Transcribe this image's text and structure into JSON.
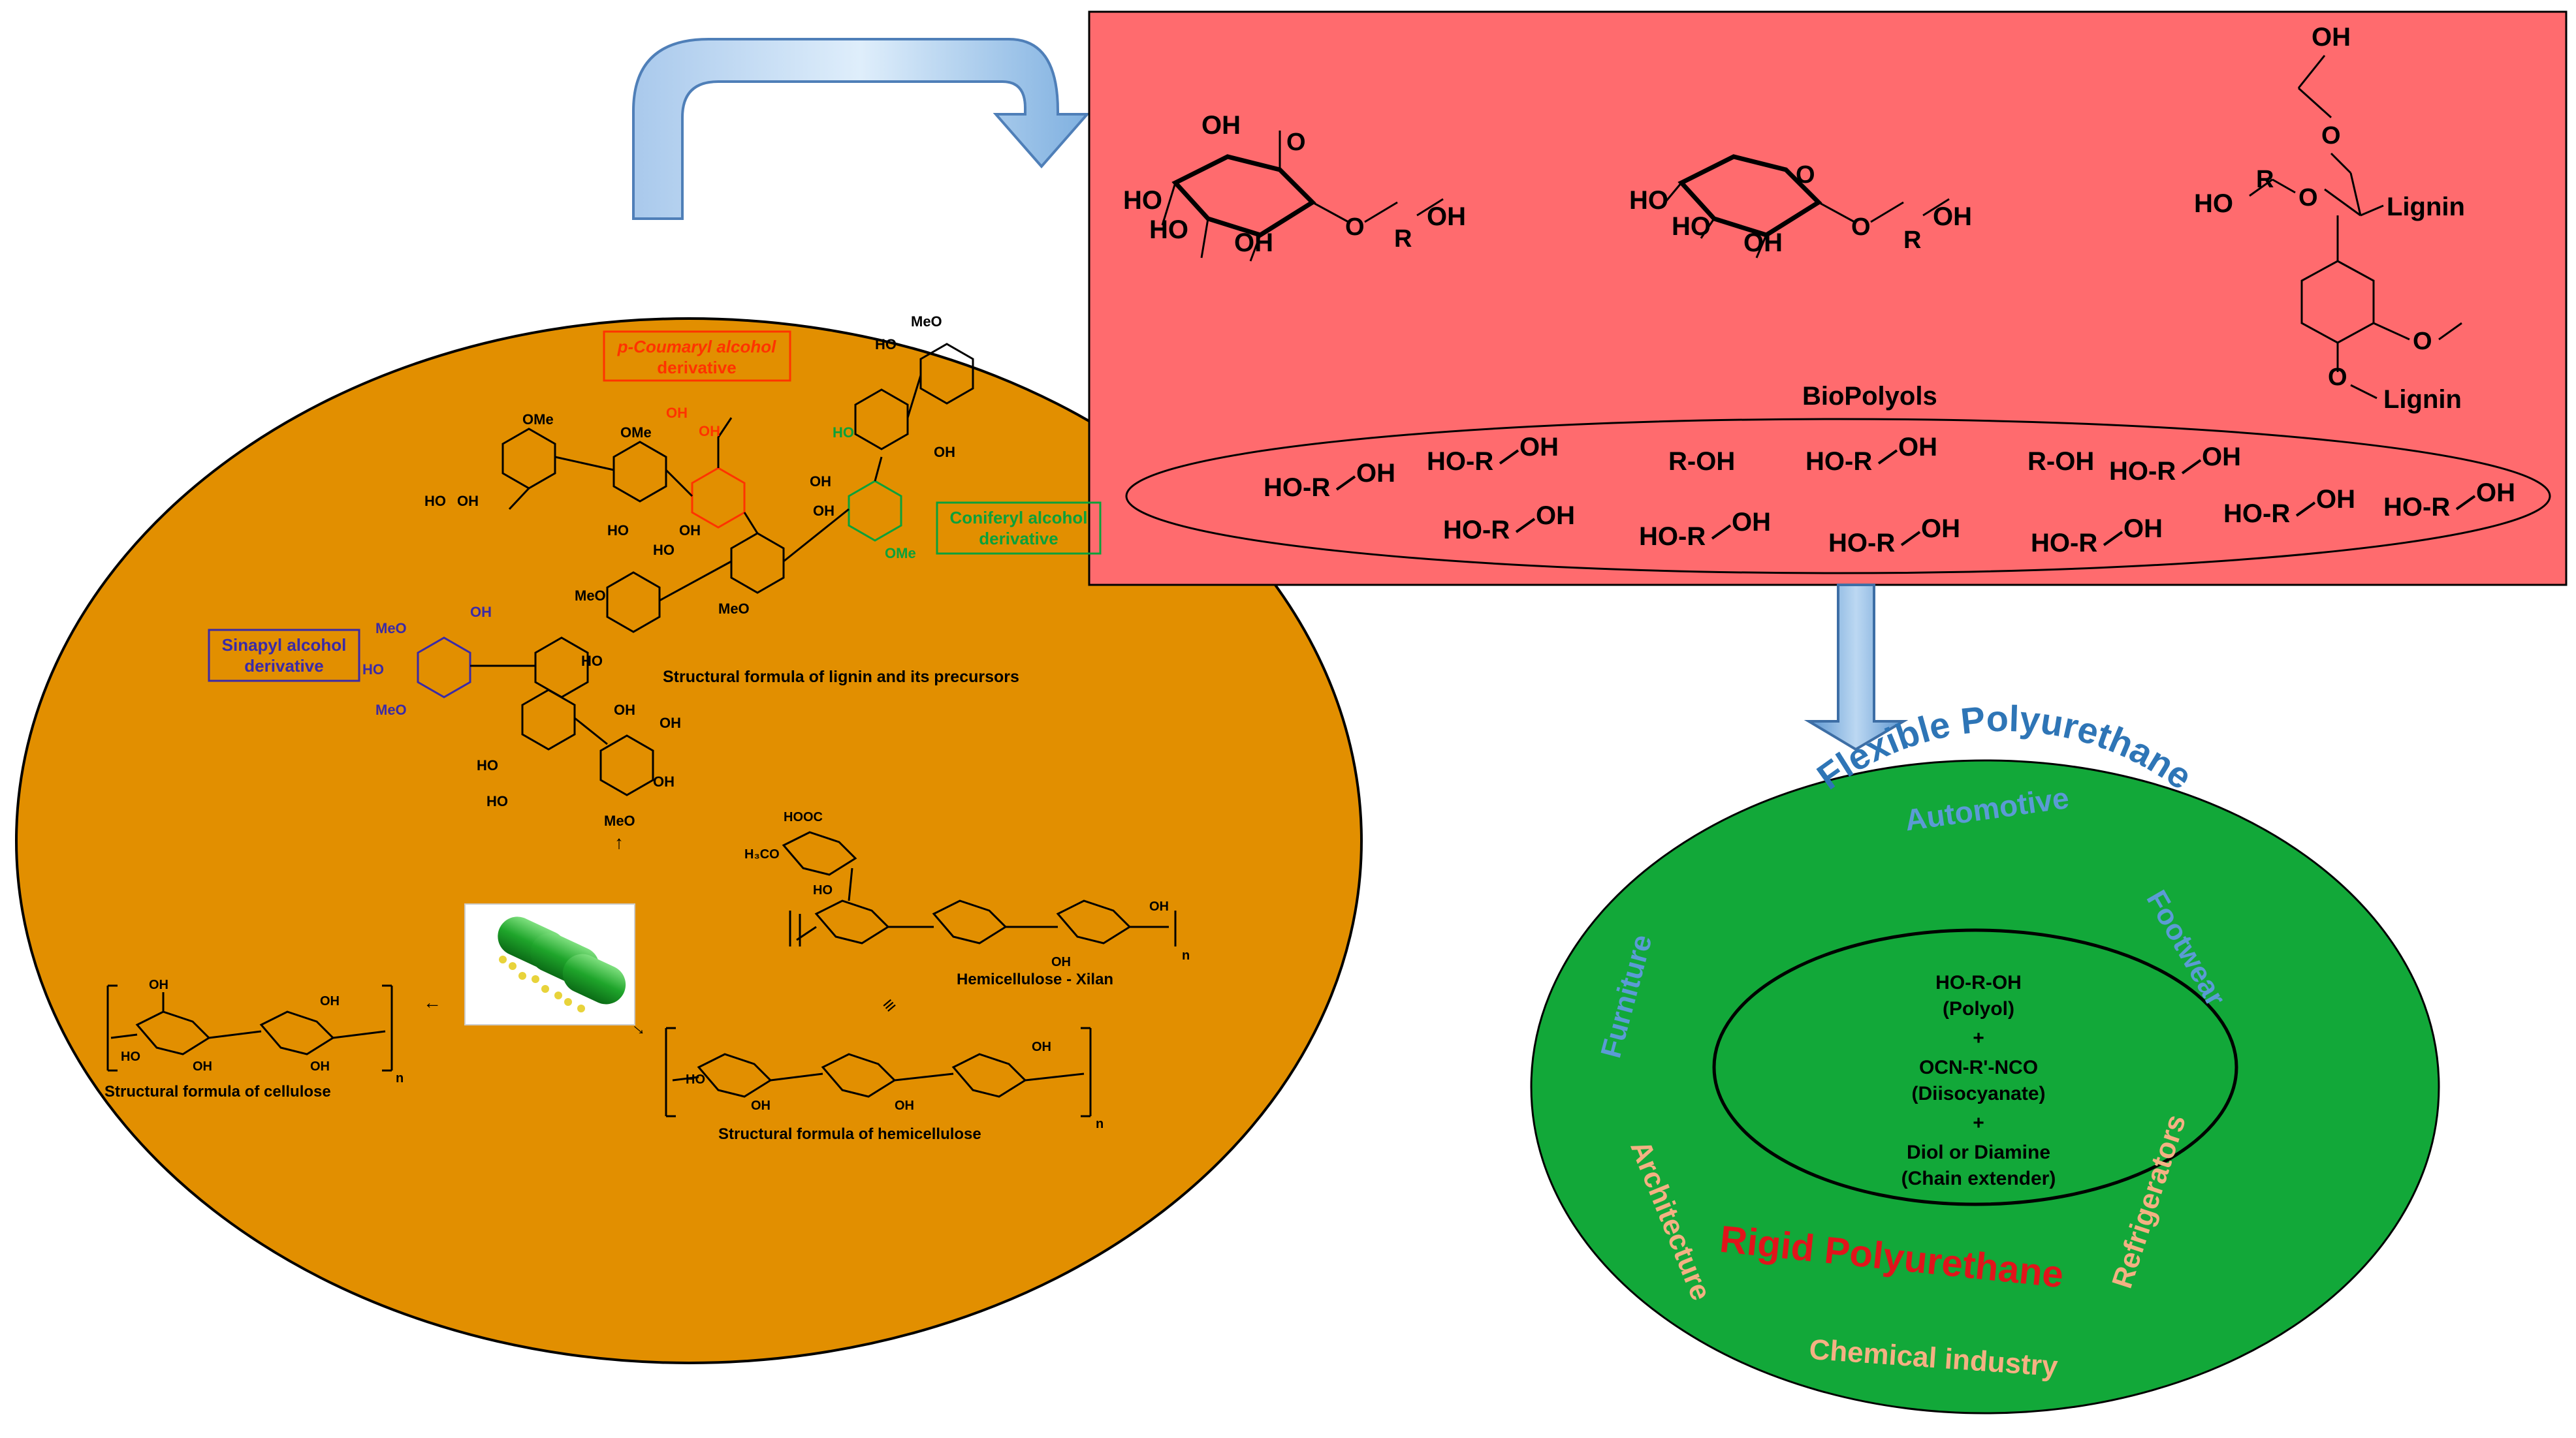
{
  "biomass": {
    "labels": {
      "coumaryl": [
        "p-Coumaryl alcohol",
        "derivative"
      ],
      "coniferyl": [
        "Coniferyl alcohol",
        "derivative"
      ],
      "sinapyl": [
        "Sinapyl alcohol",
        "derivative"
      ],
      "lignin_caption": "Structural formula of lignin and its precursors",
      "hemicellulose_xilan": "Hemicellulose - Xilan",
      "cellulose_caption": "Structural formula of cellulose",
      "hemicellulose_caption": "Structural formula of hemicellulose"
    },
    "lignin_groups": {
      "ome_top": "OMe",
      "ome_mid": "OMe",
      "ome_left": "MeO",
      "meo_left2": "MeO",
      "meo_right": "MeO",
      "ho_a": "HO",
      "oh_a": "OH",
      "oh_red1": "OH",
      "oh_red2": "OH",
      "ho_green": "HO",
      "ome_green": "OMe",
      "meo_blue1": "MeO",
      "ho_blue": "HO",
      "meo_blue2": "MeO",
      "oh_blue": "OH",
      "ho_b": "HO",
      "oh_b": "OH",
      "ho_c": "HO",
      "oh_c": "OH",
      "oh_d": "OH",
      "oh_e": "OH",
      "ho_f": "HO",
      "meo_bottom": "MeO",
      "ho_g": "HO",
      "ho_h": "HO",
      "oh_i": "OH",
      "oh_j": "OH",
      "ho_k": "HO",
      "oh_l": "OH"
    },
    "xilan_groups": {
      "hooc": "HOOC",
      "h3co": "H₃CO",
      "ho": "HO",
      "oh": "OH",
      "oh2": "OH",
      "n": "n"
    },
    "cellulose_groups": {
      "oh": "OH",
      "ho": "HO",
      "oh2": "OH",
      "oh3": "OH",
      "oh4": "OH",
      "n": "n"
    },
    "hemi_groups": {
      "ho": "HO",
      "oh": "OH",
      "oh2": "OH",
      "oh3": "OH",
      "n": "n"
    }
  },
  "biopolyols": {
    "title": "BioPolyols",
    "structures": {
      "glc_oh_top": "OH",
      "glc_ho1": "HO",
      "glc_ho2": "HO",
      "glc_oh_bottom": "OH",
      "glc_o_ring": "O",
      "glc_o_link": "O",
      "glc_r": "R",
      "glc_oh_end": "OH",
      "xyl_ho1": "HO",
      "xyl_ho2": "HO",
      "xyl_oh_bottom": "OH",
      "xyl_o_ring": "O",
      "xyl_o_link": "O",
      "xyl_r": "R",
      "xyl_oh_end": "OH",
      "lig_oh_top": "OH",
      "lig_o1": "O",
      "lig_ho": "HO",
      "lig_r": "R",
      "lig_o2": "O",
      "lig_lignin1": "Lignin",
      "lig_o3": "O",
      "lig_lignin2": "Lignin"
    },
    "scatter": [
      {
        "pre": "HO-R",
        "oh": "OH"
      },
      {
        "pre": "HO-R",
        "oh": "OH"
      },
      {
        "pre": "R-OH",
        "oh": ""
      },
      {
        "pre": "HO-R",
        "oh": "OH"
      },
      {
        "pre": "R-OH",
        "oh": ""
      },
      {
        "pre": "HO-R",
        "oh": "OH"
      },
      {
        "pre": "HO-R",
        "oh": "OH"
      },
      {
        "pre": "HO-R",
        "oh": "OH"
      },
      {
        "pre": "HO-R",
        "oh": "OH"
      },
      {
        "pre": "HO-R",
        "oh": "OH"
      },
      {
        "pre": "HO-R",
        "oh": "OH"
      },
      {
        "pre": "HO-R",
        "oh": "OH"
      }
    ]
  },
  "polyurethane": {
    "flexible": "Flexible Polyurethane",
    "rigid": "Rigid Polyurethane",
    "applications": {
      "automotive": "Automotive",
      "footwear": "Footwear",
      "furniture": "Furniture",
      "architecture": "Architecture",
      "chemical_industry": "Chemical industry",
      "refrigerators": "Refrigerators"
    },
    "reaction": {
      "polyol": "HO-R-OH",
      "polyol_note": "(Polyol)",
      "plus1": "+",
      "isocyanate": "OCN-R'-NCO",
      "isocyanate_note": "(Diisocyanate)",
      "plus2": "+",
      "extender": "Diol or Diamine",
      "extender_note": "(Chain extender)"
    }
  },
  "colors": {
    "biomass_fill": "#e28f00",
    "polyol_fill": "#ff6b6e",
    "pu_fill": "#12a839",
    "arrow_fill": "#6fa8dc",
    "coumaryl": "#ff3300",
    "coniferyl": "#0aa13a",
    "sinapyl": "#3a2aa8",
    "flexible": "#2e75b6",
    "apps_blue": "#5b9bd5",
    "apps_orange": "#f4b183",
    "rigid": "#e1141b"
  }
}
